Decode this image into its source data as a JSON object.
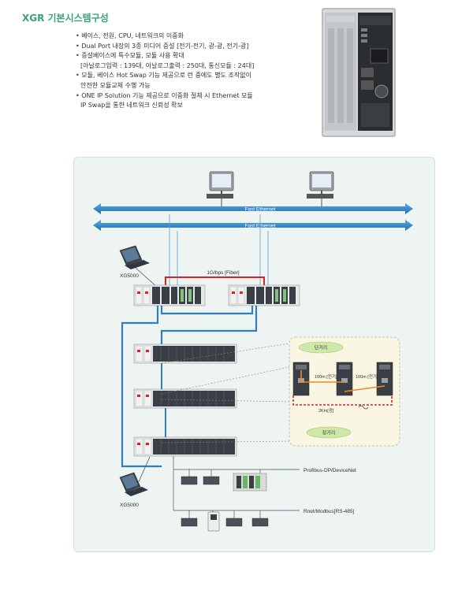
{
  "header": {
    "title": "XGR 기본시스템구성"
  },
  "bullets": [
    "• 베이스, 전원, CPU, 네트워크의 이중화",
    "• Dual Port 내장의 3종 미디어 증설 [전기-전기, 광-광, 전기-광]",
    "• 증설베이스에 특수모듈, 모듈 사용 확대",
    "[아날로그입력 : 139대, 아날로그출력 : 250대, 통신모듈 : 24대]",
    "• 모듈, 베이스 Hot Swap 기능 제공으로 런 중에도 별도 조작없이",
    "안전한 모듈교체 수행 가능",
    "• ONE IP Solution 기능 제공으로 이중화 절체 시 Ethernet 모듈",
    "IP Swap을 통한 네트워크 신뢰성 확보"
  ],
  "diagram": {
    "fast_ethernet_1": "Fast Ethernet",
    "fast_ethernet_2": "Fast Ethernet",
    "fiber_label": "1G/bps [Fiber]",
    "xg5000_top": "XG5000",
    "xg5000_bottom": "XG5000",
    "short_distance": "단거리",
    "long_distance": "장거리",
    "link_left": "100m [전기]",
    "link_right": "100m [전기]",
    "fiber_2km": "2Km[광]",
    "profibus": "Profibus-DP/DeviceNet",
    "rnet": "Rnet/Modbus[RS-485]"
  },
  "colors": {
    "title_green": "#37a37a",
    "ethernet_blue": "#2e7fbf",
    "fiber_red": "#e02020",
    "link_orange": "#f08a1c",
    "ellipse_green": "#cfe8a8"
  }
}
